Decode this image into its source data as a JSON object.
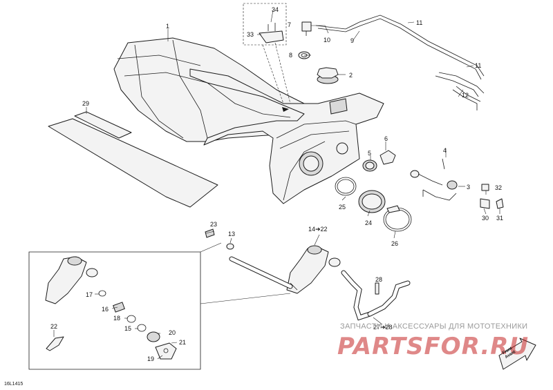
{
  "callouts": {
    "c1": "1",
    "c2": "2",
    "c3": "3",
    "c4": "4",
    "c5": "5",
    "c6": "6",
    "c7": "7",
    "c8": "8",
    "c9": "9",
    "c10": "10",
    "c11a": "11",
    "c11b": "11",
    "c12": "12",
    "c13": "13",
    "c14_22": "14➔22",
    "c15": "15",
    "c16": "16",
    "c17": "17",
    "c18": "18",
    "c19": "19",
    "c20": "20",
    "c21": "21",
    "c22": "22",
    "c23": "23",
    "c24": "24",
    "c25": "25",
    "c26": "26",
    "c27_28": "27➔28",
    "c28": "28",
    "c29": "29",
    "c30": "30",
    "c31": "31",
    "c32": "32",
    "c33": "33",
    "c34": "34"
  },
  "drawing_code": "16L1415",
  "watermark": {
    "text": "ЗАПЧАСТИ И АКСЕССУАРЫ ДЛЯ МОТОТЕХНИКИ",
    "logo": "PARTSFOR.RU"
  },
  "front_arrow": {
    "line1": "Front",
    "line2": "Avant"
  }
}
